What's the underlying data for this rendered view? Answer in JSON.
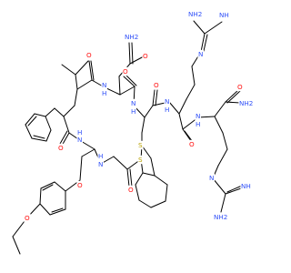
{
  "molecule": {
    "colors": {
      "bond": "#000000",
      "nitrogen": "#3050F8",
      "oxygen": "#FF0D0D",
      "sulfur": "#B8A000",
      "background": "#FFFFFF"
    },
    "atom_labels": {
      "nh2_guan_top": "NH2",
      "nh_guan_top": "NH",
      "n_guan_top": "N",
      "nh2_amide_asn": "NH2",
      "o_asn_side": "O",
      "o_val_carbonyl": "O",
      "nh_val": "N",
      "h_val": "H",
      "nh_asn": "N",
      "h_asn": "H",
      "o_asn_bb": "O",
      "o_cys": "O",
      "nh_cys": "N",
      "h_cys": "H",
      "nh_arg1": "N",
      "h_arg1": "H",
      "o_arg1": "O",
      "nh_arg2": "N",
      "h_arg2": "H",
      "o_terminal": "O",
      "nh2_terminal": "NH2",
      "o_phe": "O",
      "nh_phe": "N",
      "h_phe": "H",
      "s1": "S",
      "s2": "S",
      "nh_tyr": "N",
      "h_tyr": "H",
      "o_tyr": "O",
      "o_ring": "O",
      "n_guan_bot": "N",
      "nh2_guan_bot": "NH2",
      "nh_guan_bot": "NH",
      "o_ether": "O"
    }
  }
}
